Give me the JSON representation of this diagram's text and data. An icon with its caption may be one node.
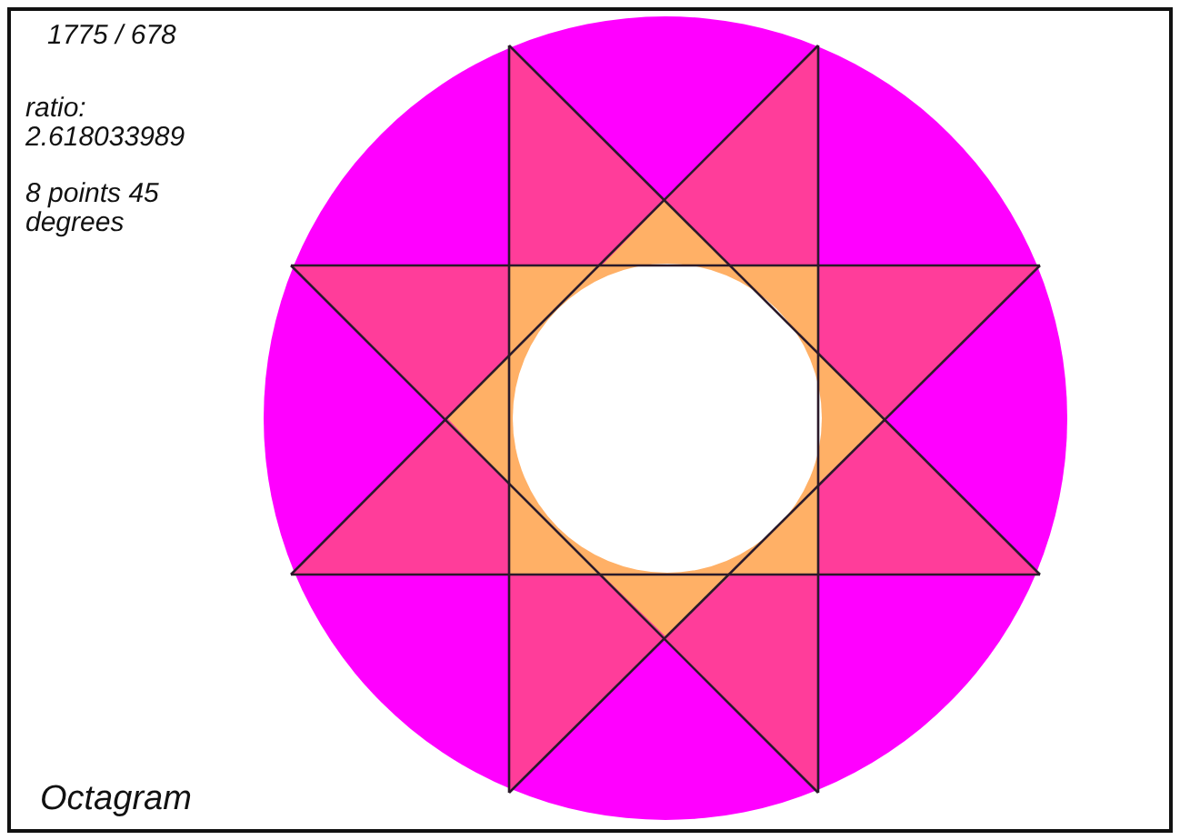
{
  "diagram": {
    "title": "Octagram",
    "labels": [
      "1775 / 678",
      "ratio: 2.618033989",
      "8 points 45 degrees"
    ]
  }
}
